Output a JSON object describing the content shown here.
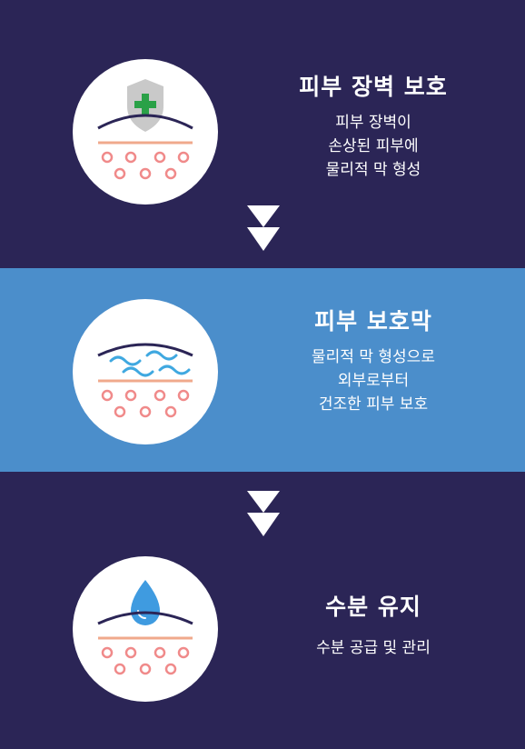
{
  "colors": {
    "background": "#2b2556",
    "band": "#4b8ecb",
    "circle": "#ffffff",
    "skin_line": "#2b2556",
    "skin_layer": "#f0a98c",
    "cells": "#f08a8a",
    "shield": "#c9c9c9",
    "cross": "#2aa147",
    "waves": "#3fa8e0",
    "drop": "#3f9be0"
  },
  "steps": [
    {
      "title": "피부 장벽 보호",
      "lines": [
        "피부 장벽이",
        "손상된 피부에",
        "물리적 막 형성"
      ],
      "icon": "shield-cross-icon"
    },
    {
      "title": "피부 보호막",
      "lines": [
        "물리적 막 형성으로",
        "외부로부터",
        "건조한 피부 보호"
      ],
      "icon": "wave-film-icon"
    },
    {
      "title": "수분 유지",
      "lines": [
        "수분 공급 및 관리"
      ],
      "icon": "water-drop-icon"
    }
  ],
  "arrows": [
    "double-chevron-down-icon",
    "double-chevron-down-icon"
  ]
}
